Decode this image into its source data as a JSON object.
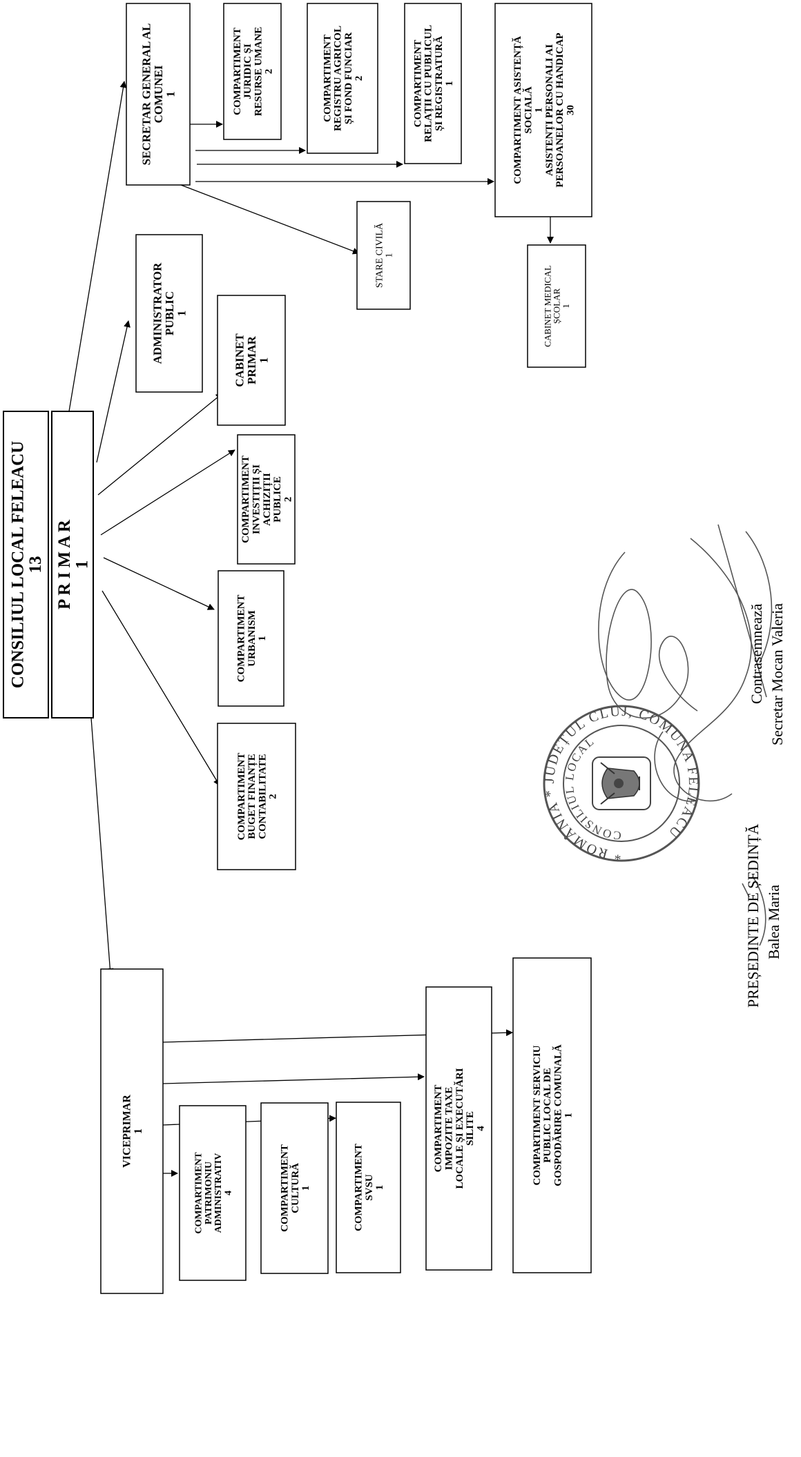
{
  "boxes": {
    "consiliu": {
      "lines": [
        "CONSILIUL LOCAL FELEACU",
        "13"
      ]
    },
    "primar": {
      "lines": [
        "P R I M A R",
        "1"
      ]
    },
    "secretar": {
      "lines": [
        "SECRETAR GENERAL AL",
        "COMUNEI",
        "1"
      ]
    },
    "juridic": {
      "lines": [
        "COMPARTIMENT",
        "JURIDIC ȘI",
        "RESURSE UMANE",
        "2"
      ]
    },
    "registru": {
      "lines": [
        "COMPARTIMENT",
        "REGISTRU AGRICOL",
        "ȘI FOND FUNCIAR",
        "2"
      ]
    },
    "relatii": {
      "lines": [
        "COMPARTIMENT",
        "RELAȚII CU PUBLICUL",
        "ȘI REGISTRATURĂ",
        "1"
      ]
    },
    "asistenta": {
      "lines": [
        "COMPARTIMENT ASISTENȚĂ",
        "SOCIALĂ",
        "1",
        "ASISTENȚI PERSONALI AI",
        "PERSOANELOR CU HANDICAP",
        "30"
      ]
    },
    "stare": {
      "lines": [
        "STARE CIVILĂ",
        "1"
      ]
    },
    "cabmed": {
      "lines": [
        "CABINET MEDICAL",
        "ȘCOLAR",
        "1"
      ]
    },
    "admin": {
      "lines": [
        "ADMINISTRATOR",
        "PUBLIC",
        "1"
      ]
    },
    "cabprimar": {
      "lines": [
        "CABINET",
        "PRIMAR",
        "1"
      ]
    },
    "investitii": {
      "lines": [
        "COMPARTIMENT",
        "INVESTIȚII ȘI",
        "ACHIZIȚII",
        "PUBLICE",
        "2"
      ]
    },
    "urbanism": {
      "lines": [
        "COMPARTIMENT",
        "URBANISM",
        "1"
      ]
    },
    "buget": {
      "lines": [
        "COMPARTIMENT",
        "BUGET FINANȚE",
        "CONTABILITATE",
        "2"
      ]
    },
    "viceprimar": {
      "lines": [
        "VICEPRIMAR",
        "1"
      ]
    },
    "patrimoniu": {
      "lines": [
        "COMPARTIMENT",
        "PATRIMONIU",
        "ADMINISTRATIV",
        "4"
      ]
    },
    "cultura": {
      "lines": [
        "COMPARTIMENT",
        "CULTURĂ",
        "1"
      ]
    },
    "svsu": {
      "lines": [
        "COMPARTIMENT",
        "SVSU",
        "1"
      ]
    },
    "impozite": {
      "lines": [
        "COMPARTIMENT",
        "IMPOZITE TAXE",
        "LOCALE ȘI EXECUTĂRI",
        "SILITE",
        "4"
      ]
    },
    "gospodarie": {
      "lines": [
        "COMPARTIMENT SERVICIU",
        "PUBLIC LOCAL DE",
        "GOSPODĂRIRE COMUNALĂ",
        "1"
      ]
    }
  },
  "signatures": {
    "presedinte_title": "PREȘEDINTE DE ȘEDINȚĂ",
    "presedinte_name": "Balea Maria",
    "contrasemneaza": "Contrasemnează",
    "secretar_name": "Secretar Mocan Valeria"
  },
  "stamp": {
    "outer_text": "* ROMÂNIA * JUDEȚUL CLUJ, COMUNA FELEACU",
    "inner_text": "CONSILIUL LOCAL"
  }
}
